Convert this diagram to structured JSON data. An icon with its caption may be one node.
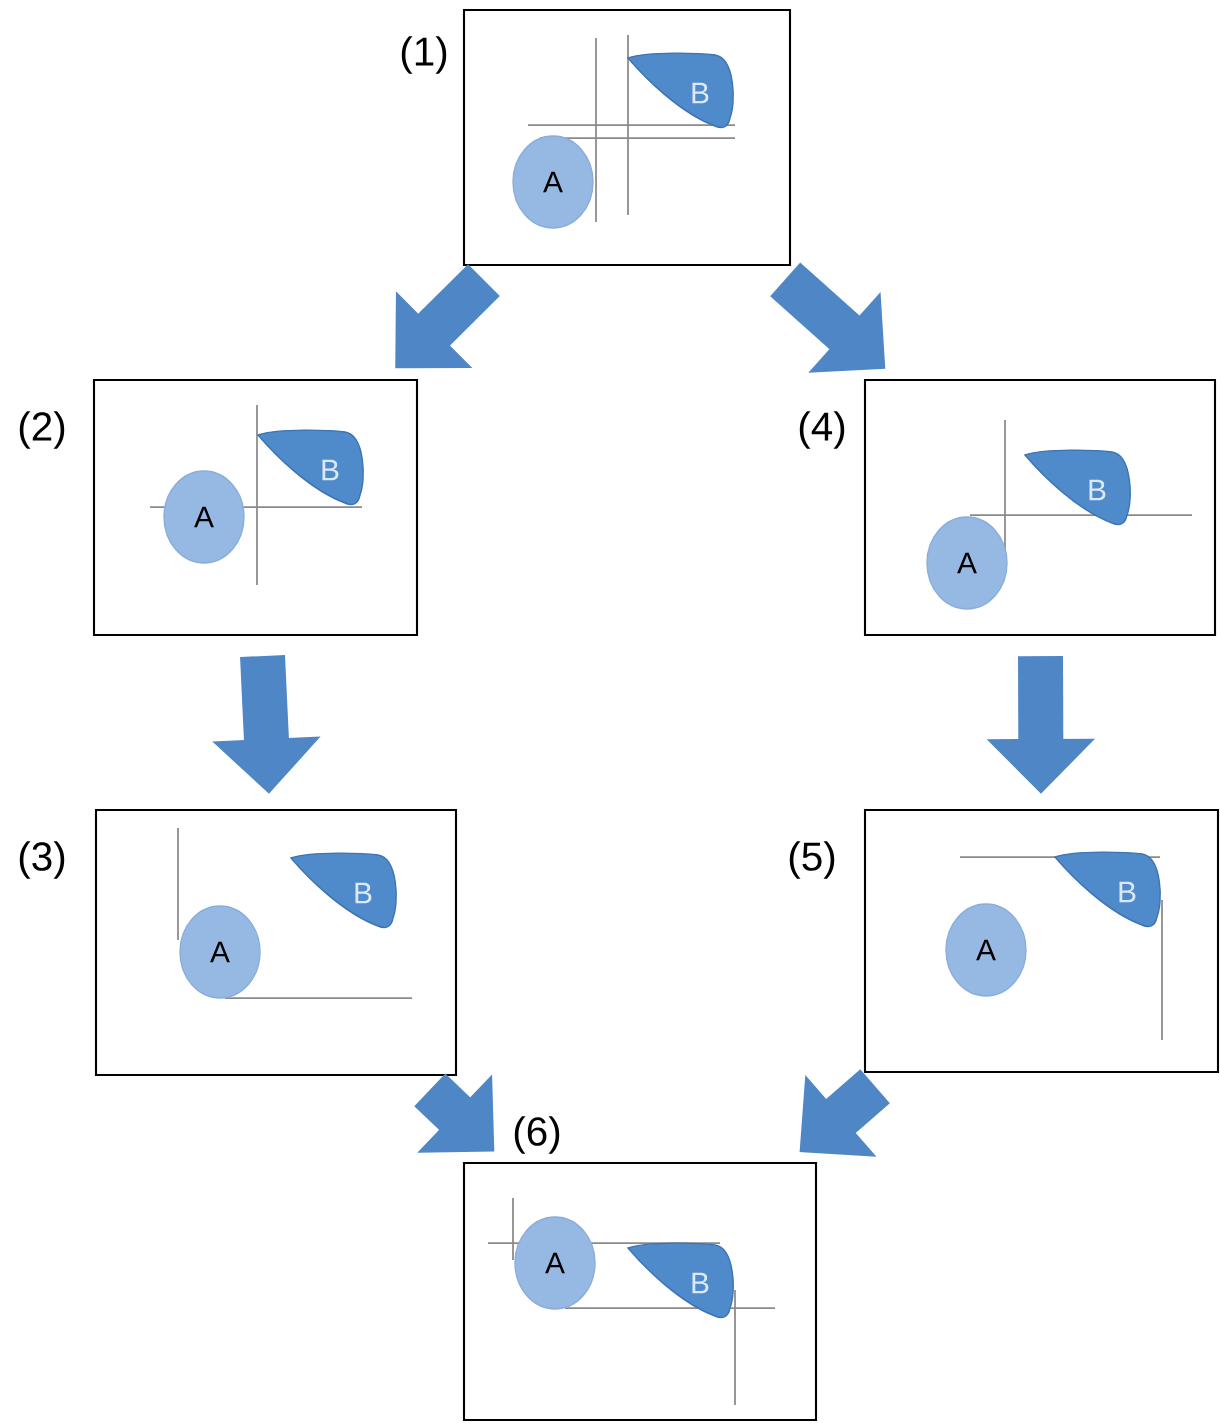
{
  "diagram": {
    "nodes": [
      {
        "text": [],
        "shape": "box",
        "beside": [
          "(1)"
        ]
      },
      {
        "text": [
          "A"
        ],
        "in": 0
      },
      {
        "text": [
          "B"
        ],
        "in": 0
      },
      {
        "text": [],
        "shape": "box",
        "beside": [
          "(2)"
        ]
      },
      {
        "text": [
          "A"
        ],
        "in": 3
      },
      {
        "text": [
          "B"
        ],
        "in": 3
      },
      {
        "text": [],
        "shape": "box",
        "beside": [
          "(4)"
        ]
      },
      {
        "text": [
          "A"
        ],
        "in": 6
      },
      {
        "text": [
          "B"
        ],
        "in": 6
      },
      {
        "text": [],
        "shape": "box",
        "beside": [
          "(3)"
        ]
      },
      {
        "text": [
          "A"
        ],
        "in": 9
      },
      {
        "text": [
          "B"
        ],
        "in": 9
      },
      {
        "text": [],
        "shape": "box",
        "beside": [
          "(5)"
        ]
      },
      {
        "text": [
          "A"
        ],
        "in": 12
      },
      {
        "text": [
          "B"
        ],
        "in": 12
      },
      {
        "text": [],
        "shape": "box",
        "beside": [
          "(6)"
        ]
      },
      {
        "text": [
          "A"
        ],
        "in": 15
      },
      {
        "text": [
          "B"
        ],
        "in": 15
      }
    ],
    "edges": [
      {
        "from": 0,
        "to": 3,
        "arrow": "to"
      },
      {
        "from": 0,
        "to": 6,
        "arrow": "to"
      },
      {
        "from": 3,
        "to": 9,
        "arrow": "to"
      },
      {
        "from": 6,
        "to": 12,
        "arrow": "to"
      },
      {
        "from": 9,
        "to": 15,
        "arrow": "to"
      },
      {
        "from": 12,
        "to": 15,
        "arrow": "to"
      }
    ]
  }
}
